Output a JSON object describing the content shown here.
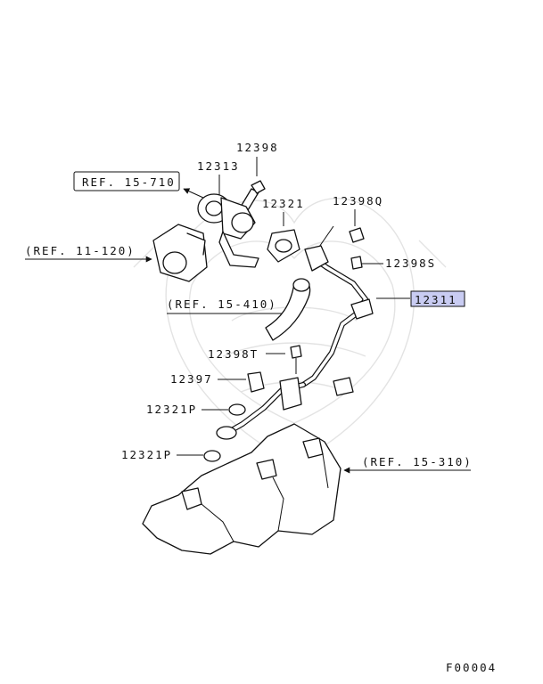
{
  "diagram": {
    "callouts": {
      "ref_15_710": "REF. 15-710",
      "ref_11_120": "(REF. 11-120)",
      "ref_15_410": "(REF. 15-410)",
      "ref_15_310": "(REF. 15-310)",
      "p12398": "12398",
      "p12313": "12313",
      "p12321": "12321",
      "p12398q": "12398Q",
      "p12398s": "12398S",
      "p12311": "12311",
      "p12398t": "12398T",
      "p12397": "12397",
      "p12321p_a": "12321P",
      "p12321p_b": "12321P"
    },
    "figure_code": "F00004"
  },
  "colors": {
    "highlight_fill": "#c9ccf2",
    "line": "#111111",
    "watermark": "#e3e3e3"
  }
}
